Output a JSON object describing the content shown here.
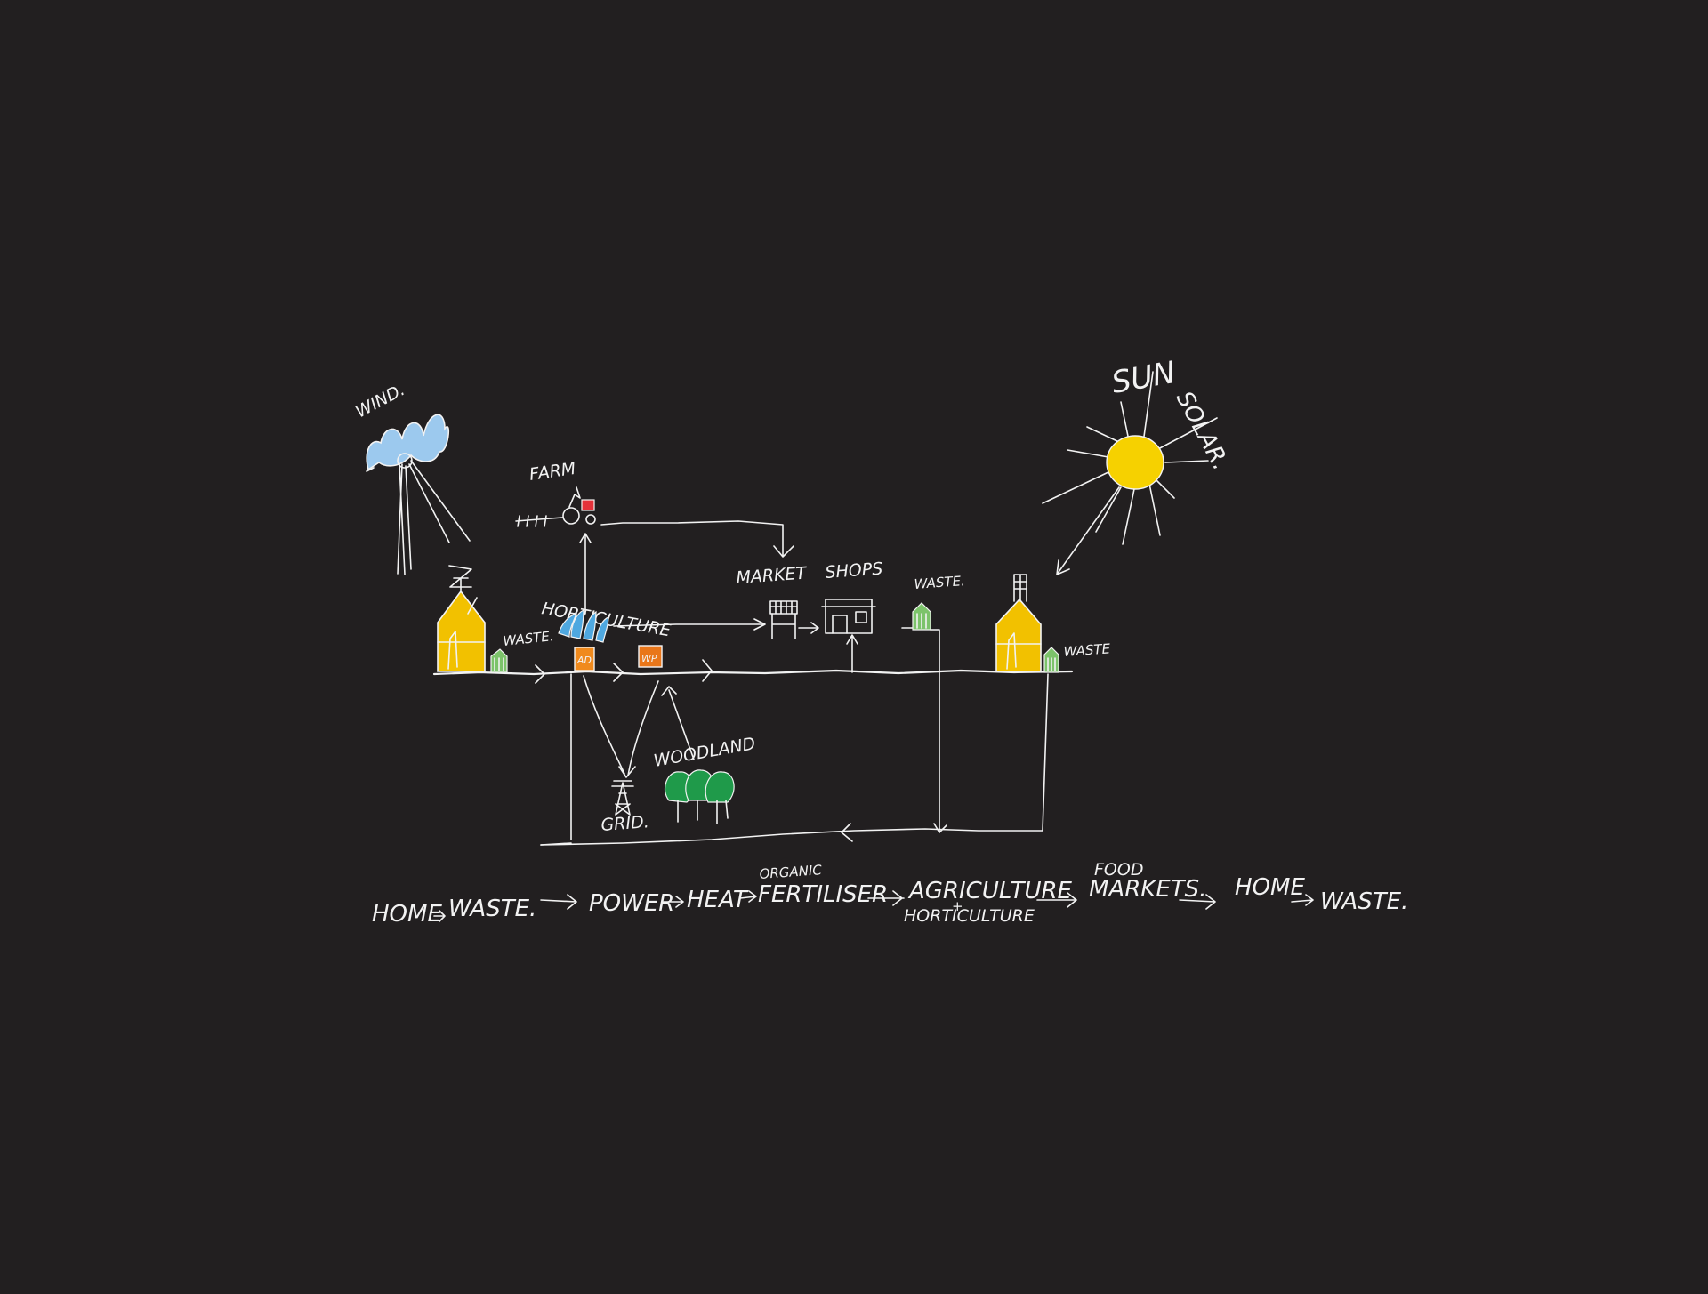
{
  "colors": {
    "background": "#221f20",
    "ink": "#f2f2f2",
    "house": "#f2c100",
    "sun": "#f6d100",
    "cloud": "#9cc9ee",
    "bin": "#7cc36a",
    "trees": "#1f9a4a",
    "plant_ad": "#f08a1d",
    "plant_wp": "#e9761a",
    "tractor": "#e5323a",
    "greenhouse": "#4fa8e0"
  },
  "labels": {
    "wind": "WIND.",
    "sun": "SUN",
    "solar": "SOLAR.",
    "farm": "FARM",
    "horticulture": "HORTICULTURE",
    "market": "MARKET",
    "shops": "SHOPS",
    "waste_left": "WASTE.",
    "waste_mid": "WASTE.",
    "waste_right": "WASTE",
    "ad": "AD",
    "wp": "WP",
    "woodland": "WOODLAND",
    "grid": "GRID."
  },
  "flow": {
    "home1": "HOME",
    "waste1": "WASTE.",
    "power": "POWER",
    "heat": "HEAT",
    "organic": "ORGANIC",
    "fertiliser": "FERTILISER",
    "agriculture": "AGRICULTURE",
    "plus": "+",
    "horticulture": "HORTICULTURE",
    "food": "FOOD",
    "markets": "MARKETS.",
    "home2": "HOME",
    "waste2": "WASTE."
  },
  "icons": [
    "cloud-icon",
    "wind-turbine-icon",
    "sun-icon",
    "house-icon",
    "waste-bin-icon",
    "tractor-icon",
    "greenhouse-icon",
    "market-stall-icon",
    "shop-icon",
    "pylon-icon",
    "tree-icon",
    "solar-panel-icon"
  ]
}
